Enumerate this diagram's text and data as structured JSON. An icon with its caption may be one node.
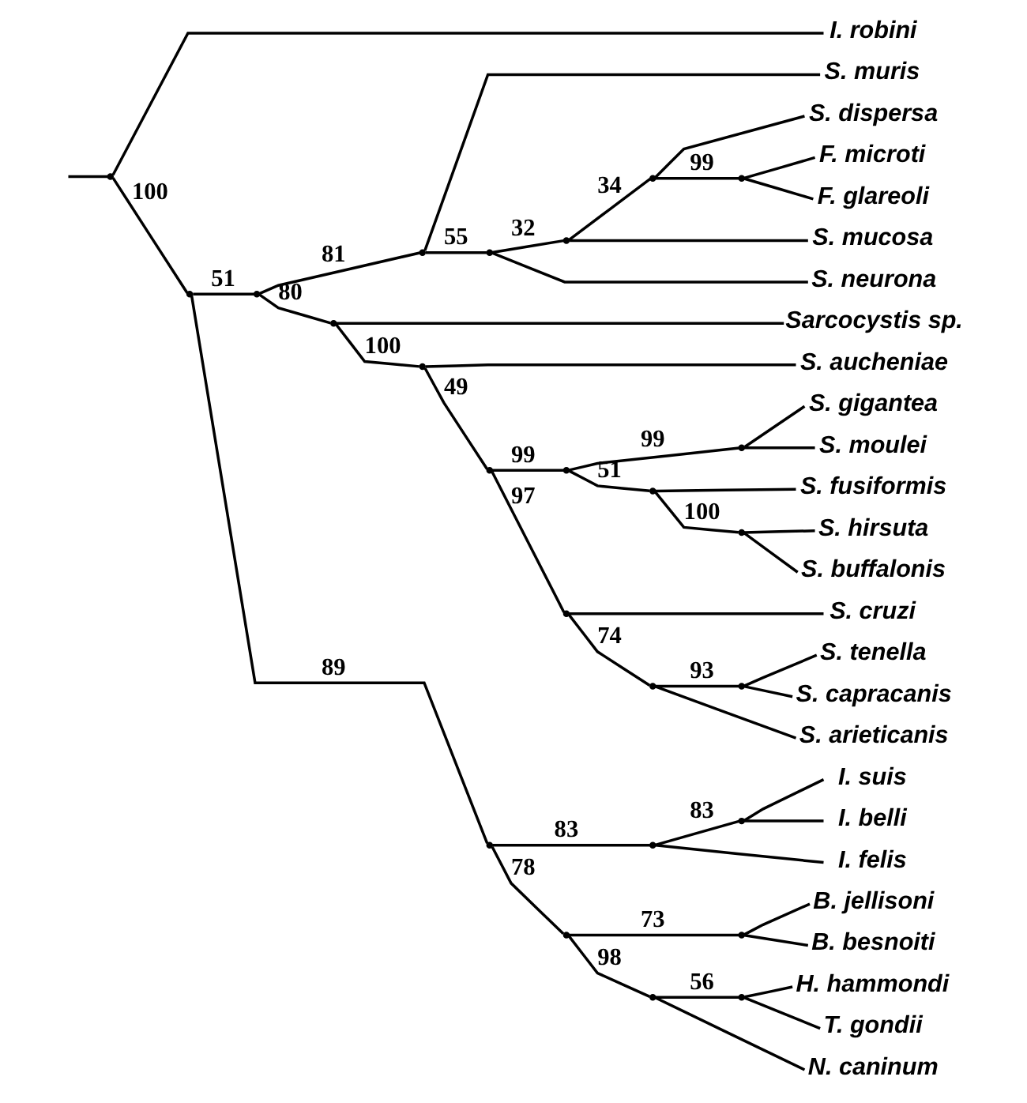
{
  "diagram": {
    "nodes": [
      {
        "text": [],
        "shape": "point"
      },
      {
        "text": [
          "I. robini"
        ]
      },
      {
        "text": [],
        "shape": "point"
      },
      {
        "text": [],
        "shape": "point"
      },
      {
        "text": [],
        "shape": "point"
      },
      {
        "text": [
          "S. muris"
        ]
      },
      {
        "text": [],
        "shape": "point"
      },
      {
        "text": [],
        "shape": "point"
      },
      {
        "text": [],
        "shape": "point"
      },
      {
        "text": [
          "S. dispersa"
        ]
      },
      {
        "text": [],
        "shape": "point"
      },
      {
        "text": [
          "F. microti"
        ]
      },
      {
        "text": [
          "F. glareoli"
        ]
      },
      {
        "text": [
          "S. mucosa"
        ]
      },
      {
        "text": [
          "S. neurona"
        ]
      },
      {
        "text": [],
        "shape": "point"
      },
      {
        "text": [
          "Sarcocystis sp."
        ]
      },
      {
        "text": [],
        "shape": "point"
      },
      {
        "text": [
          "S. aucheniae"
        ]
      },
      {
        "text": [],
        "shape": "point"
      },
      {
        "text": [],
        "shape": "point"
      },
      {
        "text": [],
        "shape": "point"
      },
      {
        "text": [
          "S. gigantea"
        ]
      },
      {
        "text": [
          "S. moulei"
        ]
      },
      {
        "text": [],
        "shape": "point"
      },
      {
        "text": [
          "S. fusiformis"
        ]
      },
      {
        "text": [],
        "shape": "point"
      },
      {
        "text": [
          "S. hirsuta"
        ]
      },
      {
        "text": [
          "S. buffalonis"
        ]
      },
      {
        "text": [],
        "shape": "point"
      },
      {
        "text": [
          "S. cruzi"
        ]
      },
      {
        "text": [],
        "shape": "point"
      },
      {
        "text": [],
        "shape": "point"
      },
      {
        "text": [
          "S. tenella"
        ]
      },
      {
        "text": [
          "S. capracanis"
        ]
      },
      {
        "text": [
          "S. arieticanis"
        ]
      },
      {
        "text": [],
        "shape": "point"
      },
      {
        "text": [],
        "shape": "point"
      },
      {
        "text": [],
        "shape": "point"
      },
      {
        "text": [
          "I. suis"
        ]
      },
      {
        "text": [
          "I. belli"
        ]
      },
      {
        "text": [
          "I. felis"
        ]
      },
      {
        "text": [],
        "shape": "point"
      },
      {
        "text": [],
        "shape": "point"
      },
      {
        "text": [
          "B. jellisoni"
        ]
      },
      {
        "text": [
          "B. besnoiti"
        ]
      },
      {
        "text": [],
        "shape": "point"
      },
      {
        "text": [],
        "shape": "point"
      },
      {
        "text": [
          "H. hammondi"
        ]
      },
      {
        "text": [
          "T. gondii"
        ]
      },
      {
        "text": [
          "N. caninum"
        ]
      }
    ],
    "edges": [
      {
        "from": null,
        "to": 0,
        "arrow": "none"
      },
      {
        "from": 0,
        "to": 1,
        "arrow": "none"
      },
      {
        "from": 0,
        "to": 2,
        "arrow": "none",
        "label": "100"
      },
      {
        "from": 2,
        "to": 3,
        "arrow": "none",
        "label": "51"
      },
      {
        "from": 2,
        "to": 36,
        "arrow": "none",
        "label": "89"
      },
      {
        "from": 3,
        "to": 4,
        "arrow": "none",
        "label": "81"
      },
      {
        "from": 3,
        "to": 15,
        "arrow": "none",
        "label": "80"
      },
      {
        "from": 4,
        "to": 5,
        "arrow": "none"
      },
      {
        "from": 4,
        "to": 6,
        "arrow": "none",
        "label": "55"
      },
      {
        "from": 6,
        "to": 7,
        "arrow": "none",
        "label": "32"
      },
      {
        "from": 6,
        "to": 14,
        "arrow": "none"
      },
      {
        "from": 7,
        "to": 8,
        "arrow": "none",
        "label": "34"
      },
      {
        "from": 7,
        "to": 13,
        "arrow": "none"
      },
      {
        "from": 8,
        "to": 9,
        "arrow": "none"
      },
      {
        "from": 8,
        "to": 10,
        "arrow": "none",
        "label": "99"
      },
      {
        "from": 10,
        "to": 11,
        "arrow": "none"
      },
      {
        "from": 10,
        "to": 12,
        "arrow": "none"
      },
      {
        "from": 15,
        "to": 16,
        "arrow": "none"
      },
      {
        "from": 15,
        "to": 17,
        "arrow": "none",
        "label": "100"
      },
      {
        "from": 17,
        "to": 18,
        "arrow": "none"
      },
      {
        "from": 17,
        "to": 19,
        "arrow": "none",
        "label": "49"
      },
      {
        "from": 19,
        "to": 20,
        "arrow": "none",
        "label": "99"
      },
      {
        "from": 19,
        "to": 29,
        "arrow": "none",
        "label": "97"
      },
      {
        "from": 20,
        "to": 21,
        "arrow": "none",
        "label": "99"
      },
      {
        "from": 20,
        "to": 24,
        "arrow": "none",
        "label": "51"
      },
      {
        "from": 21,
        "to": 22,
        "arrow": "none"
      },
      {
        "from": 21,
        "to": 23,
        "arrow": "none"
      },
      {
        "from": 24,
        "to": 25,
        "arrow": "none"
      },
      {
        "from": 24,
        "to": 26,
        "arrow": "none",
        "label": "100"
      },
      {
        "from": 26,
        "to": 27,
        "arrow": "none"
      },
      {
        "from": 26,
        "to": 28,
        "arrow": "none"
      },
      {
        "from": 29,
        "to": 30,
        "arrow": "none"
      },
      {
        "from": 29,
        "to": 31,
        "arrow": "none",
        "label": "74"
      },
      {
        "from": 31,
        "to": 32,
        "arrow": "none",
        "label": "93"
      },
      {
        "from": 31,
        "to": 35,
        "arrow": "none"
      },
      {
        "from": 32,
        "to": 33,
        "arrow": "none"
      },
      {
        "from": 32,
        "to": 34,
        "arrow": "none"
      },
      {
        "from": 36,
        "to": 37,
        "arrow": "none",
        "label": "83"
      },
      {
        "from": 36,
        "to": 42,
        "arrow": "none",
        "label": "78"
      },
      {
        "from": 37,
        "to": 38,
        "arrow": "none",
        "label": "83"
      },
      {
        "from": 37,
        "to": 41,
        "arrow": "none"
      },
      {
        "from": 38,
        "to": 39,
        "arrow": "none"
      },
      {
        "from": 38,
        "to": 40,
        "arrow": "none"
      },
      {
        "from": 42,
        "to": 43,
        "arrow": "none",
        "label": "73"
      },
      {
        "from": 42,
        "to": 46,
        "arrow": "none",
        "label": "98"
      },
      {
        "from": 43,
        "to": 44,
        "arrow": "none"
      },
      {
        "from": 43,
        "to": 45,
        "arrow": "none"
      },
      {
        "from": 46,
        "to": 47,
        "arrow": "none",
        "label": "56"
      },
      {
        "from": 46,
        "to": 50,
        "arrow": "none"
      },
      {
        "from": 47,
        "to": 48,
        "arrow": "none"
      },
      {
        "from": 47,
        "to": 49,
        "arrow": "none"
      }
    ]
  }
}
